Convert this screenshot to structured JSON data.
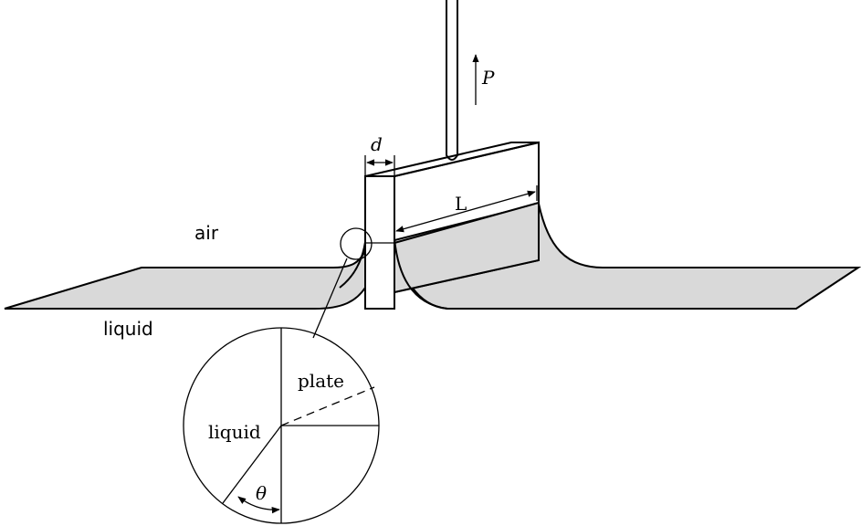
{
  "labels": {
    "air": "air",
    "liquid": "liquid",
    "force": "P",
    "plate_thickness": "d",
    "plate_length": "L",
    "inset_plate": "plate",
    "inset_liquid": "liquid",
    "contact_angle": "θ"
  },
  "colors": {
    "liquid_fill": "#d9d9d9",
    "line": "#000000",
    "background": "#ffffff"
  }
}
